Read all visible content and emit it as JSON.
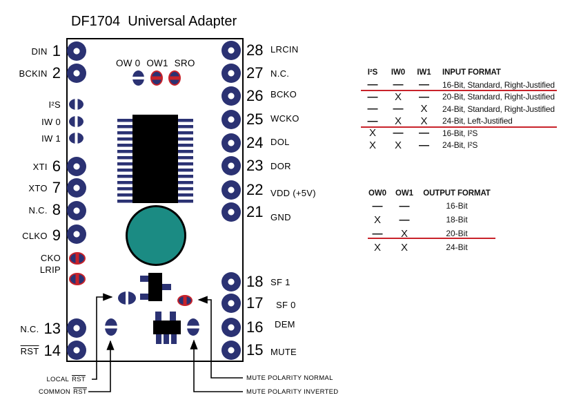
{
  "title": "DF1704  Universal Adapter",
  "colors": {
    "navy": "#2b3273",
    "red": "#c8222a",
    "teal": "#1b8b83"
  },
  "board": {
    "jumper_labels": [
      "OW 0",
      "OW1",
      "SRO"
    ],
    "left_pins": [
      {
        "label": "DIN",
        "num": "1"
      },
      {
        "label": "BCKIN",
        "num": "2"
      },
      {
        "label": "I²S",
        "num": ""
      },
      {
        "label": "IW 0",
        "num": ""
      },
      {
        "label": "IW 1",
        "num": ""
      },
      {
        "label": "XTI",
        "num": "6"
      },
      {
        "label": "XTO",
        "num": "7"
      },
      {
        "label": "N.C.",
        "num": "8"
      },
      {
        "label": "CLKO",
        "num": "9"
      },
      {
        "label": "CKO",
        "num": ""
      },
      {
        "label": "LRIP",
        "num": ""
      },
      {
        "label": "N.C.",
        "num": "13"
      },
      {
        "label": "RST",
        "num": "14"
      }
    ],
    "right_pins": [
      {
        "num": "28",
        "label": "LRCIN"
      },
      {
        "num": "27",
        "label": "N.C."
      },
      {
        "num": "26",
        "label": "BCKO"
      },
      {
        "num": "25",
        "label": "WCKO"
      },
      {
        "num": "24",
        "label": "DOL"
      },
      {
        "num": "23",
        "label": "DOR"
      },
      {
        "num": "22",
        "label": "VDD (+5V)"
      },
      {
        "num": "21",
        "label": "GND"
      },
      {
        "num": "18",
        "label": "SF 1"
      },
      {
        "num": "17",
        "label": "SF 0"
      },
      {
        "num": "16",
        "label": "DEM"
      },
      {
        "num": "15",
        "label": "MUTE"
      }
    ]
  },
  "callouts": {
    "local_prefix": "LOCAL",
    "common_prefix": "COMMON",
    "rst": "RST",
    "mute_normal": "MUTE POLARITY NORMAL",
    "mute_inverted": "MUTE POLARITY INVERTED"
  },
  "tables": {
    "input": {
      "headers": [
        "I²S",
        "IW0",
        "IW1",
        "INPUT FORMAT"
      ],
      "rows": [
        [
          "—",
          "—",
          "—",
          "16-Bit, Standard, Right-Justified"
        ],
        [
          "—",
          "X",
          "—",
          "20-Bit, Standard, Right-Justified"
        ],
        [
          "—",
          "—",
          "X",
          "24-Bit, Standard, Right-Justified"
        ],
        [
          "—",
          "X",
          "X",
          "24-Bit, Left-Justified"
        ],
        [
          "X",
          "—",
          "—",
          "16-Bit, I²S"
        ],
        [
          "X",
          "X",
          "—",
          "24-Bit, I²S"
        ]
      ]
    },
    "output": {
      "headers": [
        "OW0",
        "OW1",
        "OUTPUT FORMAT"
      ],
      "rows": [
        [
          "—",
          "—",
          "16-Bit"
        ],
        [
          "X",
          "—",
          "18-Bit"
        ],
        [
          "—",
          "X",
          "20-Bit"
        ],
        [
          "X",
          "X",
          "24-Bit"
        ]
      ]
    }
  }
}
